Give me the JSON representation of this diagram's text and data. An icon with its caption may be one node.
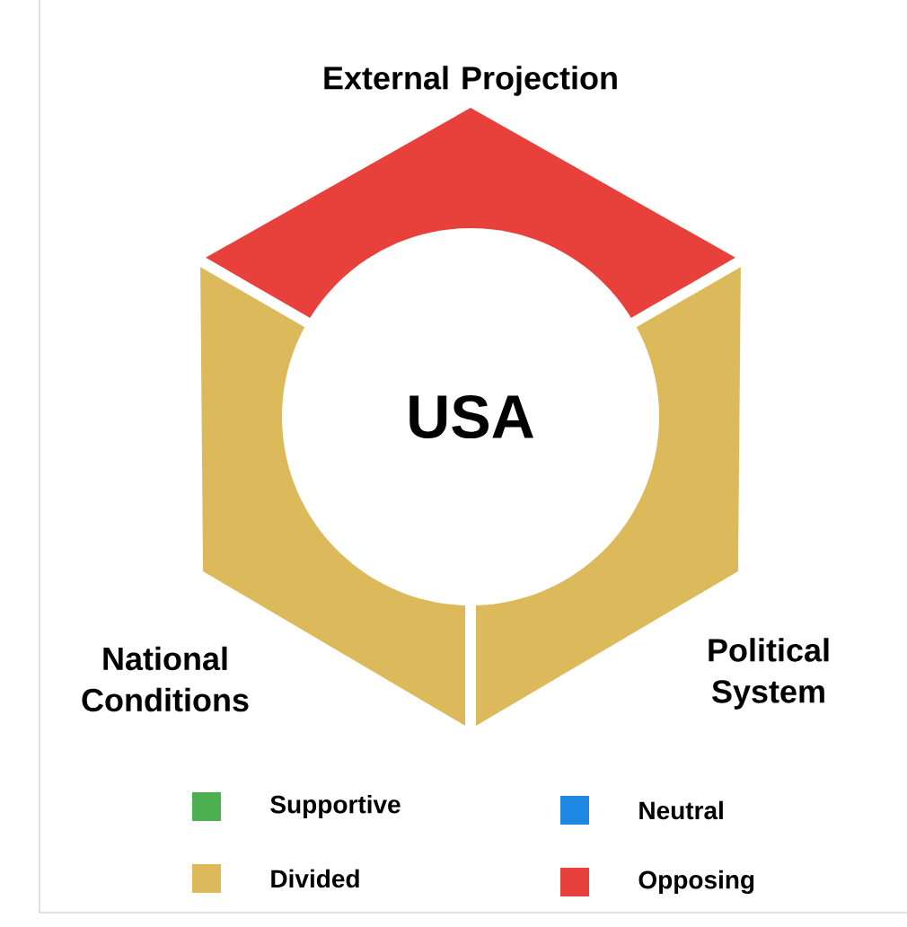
{
  "diagram": {
    "nodes": [
      {
        "text": [
          "External Projection"
        ]
      },
      {
        "text": [
          "National Conditions"
        ]
      },
      {
        "text": [
          "Political System"
        ]
      },
      {
        "text": [
          "USA"
        ]
      }
    ],
    "legend": [
      {
        "text": "Supportive",
        "color": "#4caf50"
      },
      {
        "text": "Neutral",
        "color": "#1e88e5"
      },
      {
        "text": "Divided",
        "color": "#dcb95a"
      },
      {
        "text": "Opposing",
        "color": "#e8403a"
      }
    ]
  }
}
